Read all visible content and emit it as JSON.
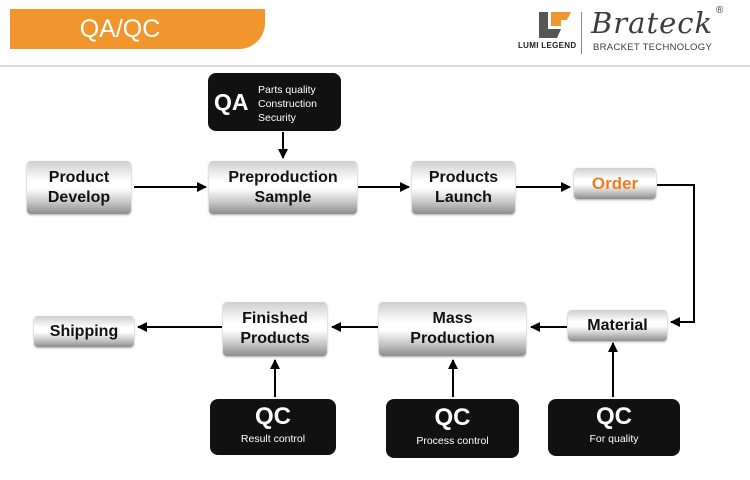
{
  "header": {
    "title": "QA/QC",
    "logo_left_label": "LUMI LEGEND",
    "brand_name": "Brateck",
    "registered_mark": "®",
    "brand_subtitle": "BRACKET TECHNOLOGY",
    "accent_color": "#f0962d"
  },
  "qa_box": {
    "label": "QA",
    "items": [
      "Parts quality",
      "Construction",
      "Security"
    ]
  },
  "flow": {
    "product_develop": [
      "Product",
      "Develop"
    ],
    "preproduction_sample": [
      "Preproduction",
      "Sample"
    ],
    "products_launch": [
      "Products",
      "Launch"
    ],
    "order": "Order",
    "material": "Material",
    "mass_production": [
      "Mass",
      "Production"
    ],
    "finished_products": [
      "Finished",
      "Products"
    ],
    "shipping": "Shipping"
  },
  "qc_boxes": {
    "result": {
      "label": "QC",
      "caption": "Result control"
    },
    "process": {
      "label": "QC",
      "caption": "Process control"
    },
    "quality": {
      "label": "QC",
      "caption": "For quality"
    }
  },
  "colors": {
    "order_text": "#ee7d1e",
    "qc_box": "#111111",
    "arrow": "#000000"
  }
}
